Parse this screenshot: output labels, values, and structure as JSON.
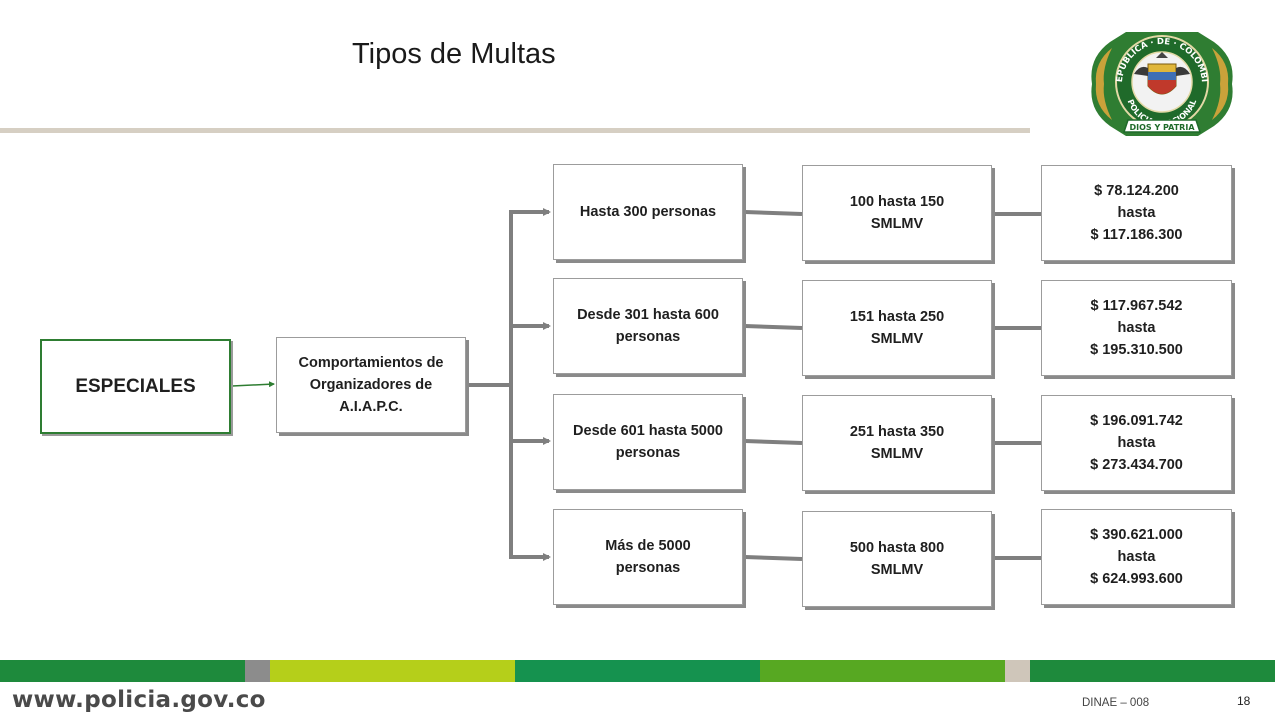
{
  "slide": {
    "title": "Tipos de Multas",
    "footer_url": "www.policia.gov.co",
    "footer_code": "DINAE – 008",
    "page_number": "18"
  },
  "seal": {
    "icon": "policia-nacional-seal-icon",
    "ring_text_top": "REPUBLICA DE COLOMBIA",
    "ring_text_bottom": "POLICIA NACIONAL",
    "ribbon_text": "DIOS Y PATRIA"
  },
  "diagram": {
    "root": "ESPECIALES",
    "category": "Comportamientos de Organizadores de A.I.A.P.C.",
    "rows": [
      {
        "attendance": "Hasta 300 personas",
        "smlmv_range": "100 hasta 150",
        "smlmv_unit": "SMLMV",
        "amount_min": "$ 78.124.200",
        "amount_sep": "hasta",
        "amount_max": "$ 117.186.300"
      },
      {
        "attendance": "Desde 301 hasta 600 personas",
        "smlmv_range": "151 hasta 250",
        "smlmv_unit": "SMLMV",
        "amount_min": "$ 117.967.542",
        "amount_sep": "hasta",
        "amount_max": "$ 195.310.500"
      },
      {
        "attendance": "Desde 601 hasta 5000 personas",
        "smlmv_range": "251 hasta 350",
        "smlmv_unit": "SMLMV",
        "amount_min": "$ 196.091.742",
        "amount_sep": "hasta",
        "amount_max": "$ 273.434.700"
      },
      {
        "attendance": "Más de 5000 personas",
        "smlmv_range": "500 hasta 800",
        "smlmv_unit": "SMLMV",
        "amount_min": "$ 390.621.000",
        "amount_sep": "hasta",
        "amount_max": "$ 624.993.600"
      }
    ]
  },
  "colors": {
    "root_border": "#2e7d32",
    "connector": "#7f7f7f",
    "footer_bar": [
      "#1e8a3c",
      "#8c8c8c",
      "#b5cf1a",
      "#15924f",
      "#57a822",
      "#cfc6ba",
      "#1e8a3c"
    ]
  }
}
